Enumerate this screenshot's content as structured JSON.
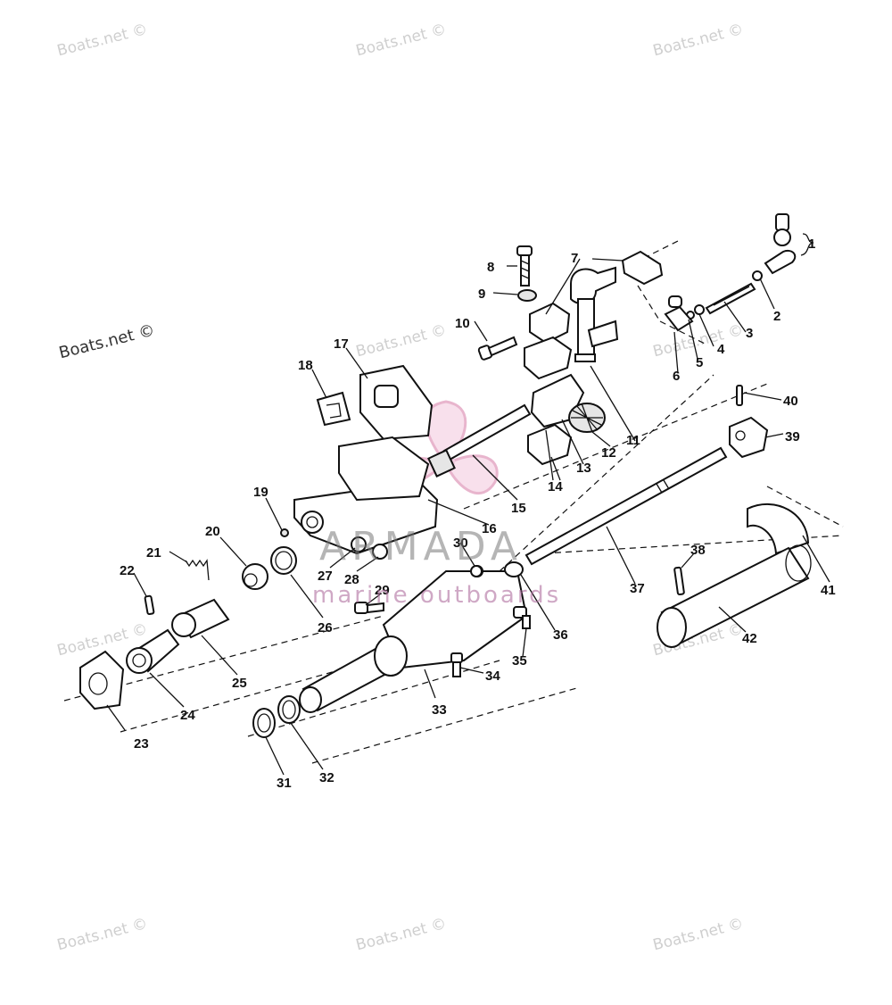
{
  "watermarks": {
    "boats": "Boats.net ©"
  },
  "brand": {
    "name": "ARMADA",
    "tagline": "marine outboards"
  },
  "callouts": [
    "1",
    "2",
    "3",
    "4",
    "5",
    "6",
    "7",
    "8",
    "9",
    "10",
    "11",
    "12",
    "13",
    "14",
    "15",
    "16",
    "17",
    "18",
    "19",
    "20",
    "21",
    "22",
    "23",
    "24",
    "25",
    "26",
    "27",
    "28",
    "29",
    "30",
    "31",
    "32",
    "33",
    "34",
    "35",
    "36",
    "37",
    "38",
    "39",
    "40",
    "41",
    "42"
  ]
}
